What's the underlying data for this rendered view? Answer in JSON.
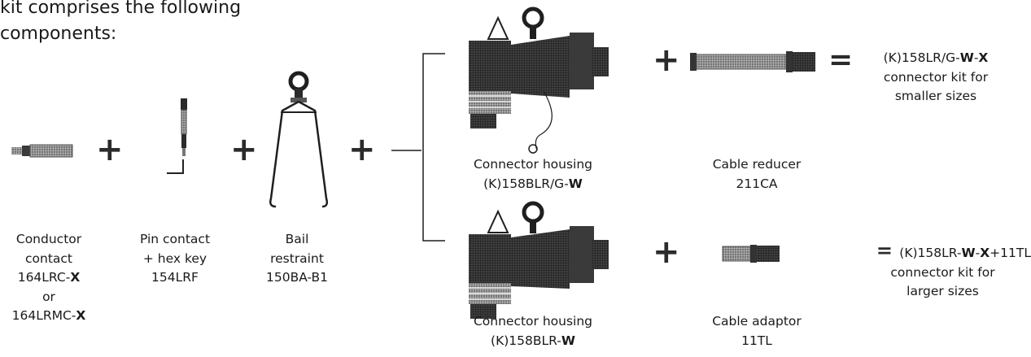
{
  "intro": {
    "line1": "kit comprises the following",
    "line2": "components:"
  },
  "components": {
    "conductor": {
      "line1": "Conductor",
      "line2": "contact",
      "code_prefix": "164LRC-",
      "code_bold": "X",
      "or": "or",
      "alt_prefix": "164LRMC-",
      "alt_bold": "X"
    },
    "pin": {
      "line1": "Pin contact",
      "line2": "+ hex key",
      "code": "154LRF"
    },
    "bail": {
      "line1": "Bail",
      "line2": "restraint",
      "code": "150BA-B1"
    }
  },
  "top_row": {
    "housing": {
      "line1": "Connector housing",
      "code_prefix": "(K)158BLR/G-",
      "code_bold": "W"
    },
    "reducer": {
      "line1": "Cable reducer",
      "code": "211CA"
    },
    "result": {
      "code_prefix": "(K)158LR/G-",
      "code_bold1": "W",
      "sep": "-",
      "code_bold2": "X",
      "line2": "connector kit for",
      "line3": "smaller sizes"
    }
  },
  "bottom_row": {
    "housing": {
      "line1": "Connector housing",
      "code_prefix": "(K)158BLR-",
      "code_bold": "W"
    },
    "adaptor": {
      "line1": "Cable adaptor",
      "code": "11TL"
    },
    "result": {
      "eq_prefix": "= ",
      "code_prefix": "(K)158LR-",
      "code_bold1": "W",
      "sep": "-",
      "code_bold2": "X",
      "code_suffix": "+11TL",
      "line2": "connector kit for",
      "line3": "larger sizes"
    }
  },
  "symbols": {
    "plus": "+",
    "equals": "="
  },
  "colors": {
    "ink": "#1a1a1a",
    "part_dark": "#2e2e2e",
    "part_mid": "#7a7a7a",
    "part_light": "#bdbdbd"
  }
}
